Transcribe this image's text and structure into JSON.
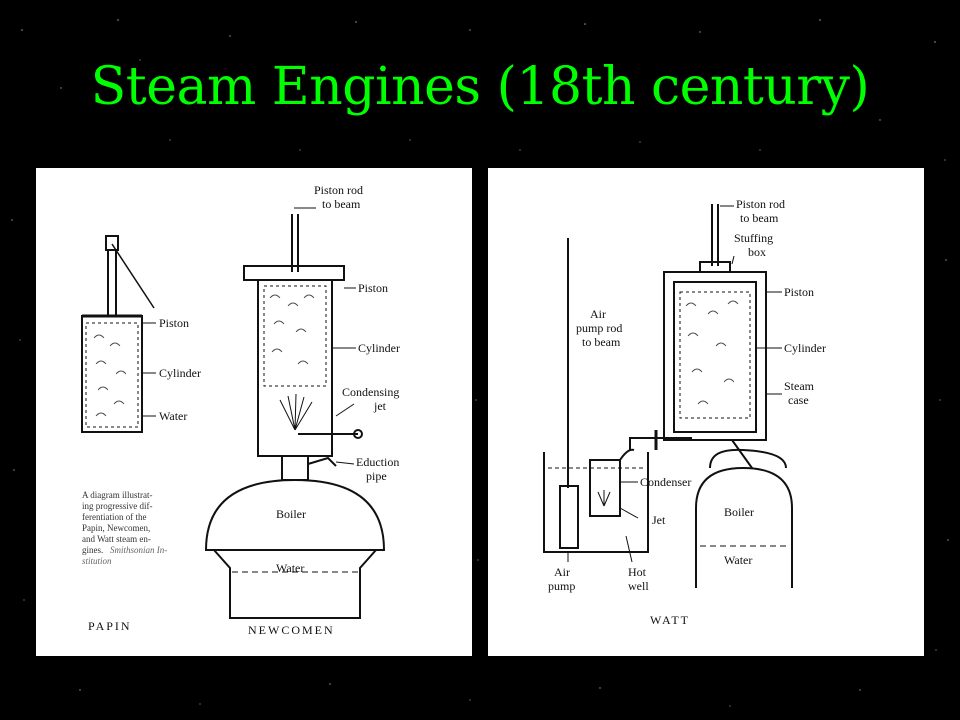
{
  "title": "Steam Engines (18th century)",
  "colors": {
    "background": "#000000",
    "title": "#00ff00",
    "panel": "#ffffff",
    "ink": "#111111"
  },
  "left_panel": {
    "papin": {
      "caption": "PAPIN",
      "labels": {
        "piston": "Piston",
        "cylinder": "Cylinder",
        "water": "Water"
      }
    },
    "newcomen": {
      "caption": "NEWCOMEN",
      "labels": {
        "piston_rod_1": "Piston rod",
        "piston_rod_2": "to beam",
        "piston": "Piston",
        "cylinder": "Cylinder",
        "condensing_1": "Condensing",
        "condensing_2": "jet",
        "eduction_1": "Eduction",
        "eduction_2": "pipe",
        "boiler": "Boiler",
        "water": "Water"
      }
    },
    "note_lines": [
      "A diagram illustrat-",
      "ing progressive dif-",
      "ferentiation of the",
      "Papin, Newcomen,",
      "and Watt steam en-",
      "gines."
    ],
    "note_source_lines": [
      "Smithsonian In-",
      "stitution"
    ]
  },
  "right_panel": {
    "caption": "WATT",
    "labels": {
      "piston_rod_1": "Piston rod",
      "piston_rod_2": "to beam",
      "stuffing_1": "Stuffing",
      "stuffing_2": "box",
      "piston": "Piston",
      "cylinder": "Cylinder",
      "steam_1": "Steam",
      "steam_2": "case",
      "air_rod_1": "Air",
      "air_rod_2": "pump rod",
      "air_rod_3": "to beam",
      "condenser": "Condenser",
      "jet": "Jet",
      "boiler": "Boiler",
      "water": "Water",
      "air_pump_1": "Air",
      "air_pump_2": "pump",
      "hot_well_1": "Hot",
      "hot_well_2": "well"
    }
  }
}
